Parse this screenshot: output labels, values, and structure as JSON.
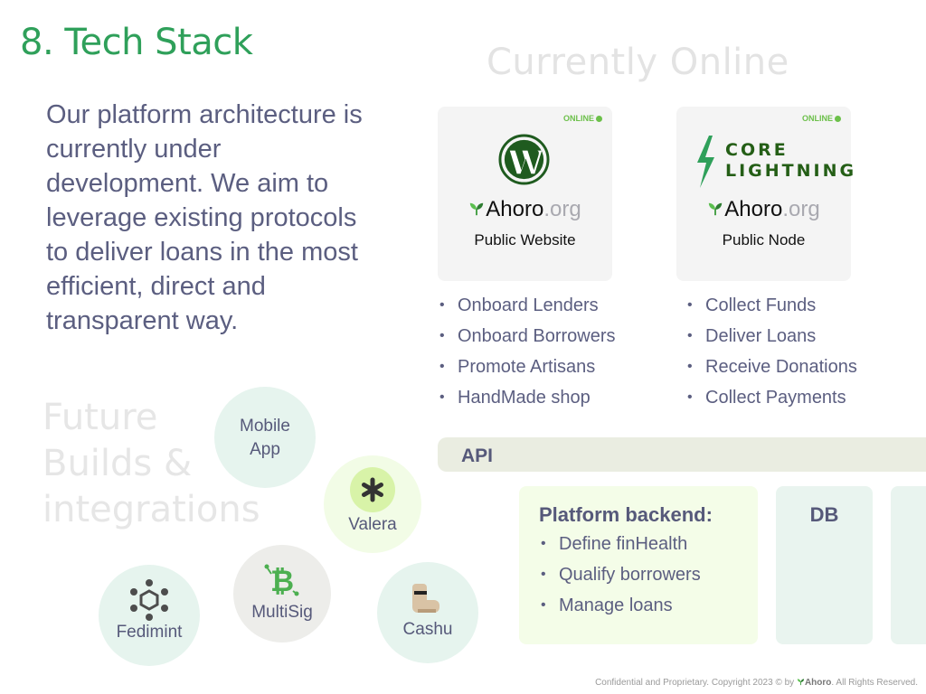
{
  "slide": {
    "title": "8. Tech Stack",
    "intro": "Our platform architecture is currently under development. We aim to leverage existing protocols to deliver loans in the most efficient, direct and transparent way."
  },
  "online_section": {
    "heading": "Currently Online",
    "cards": [
      {
        "status": "ONLINE",
        "brand_name": "Ahoro",
        "brand_tld": ".org",
        "caption": "Public Website",
        "logo": "wordpress-logo"
      },
      {
        "status": "ONLINE",
        "logo_text_line1": "CORE",
        "logo_text_line2": "LIGHTNING",
        "brand_name": "Ahoro",
        "brand_tld": ".org",
        "caption": "Public Node",
        "logo": "core-lightning-logo"
      }
    ],
    "website_features": [
      "Onboard Lenders",
      "Onboard Borrowers",
      "Promote Artisans",
      "HandMade shop"
    ],
    "node_features": [
      "Collect Funds",
      "Deliver Loans",
      "Receive Donations",
      "Collect Payments"
    ]
  },
  "architecture": {
    "api_label": "API",
    "backend_title": "Platform backend:",
    "backend_items": [
      "Define finHealth",
      "Qualify borrowers",
      "Manage loans"
    ],
    "db_label": "DB"
  },
  "future": {
    "heading_line1": "Future",
    "heading_line2": "Builds &",
    "heading_line3": "integrations",
    "mobile_line1": "Mobile",
    "mobile_line2": "App",
    "valera": "Valera",
    "multisig": "MultiSig",
    "cashu": "Cashu",
    "fedimint": "Fedimint"
  },
  "footer": {
    "text": "Confidential and Proprietary. Copyright 2023 © by",
    "brand": "Ahoro",
    "suffix": ". All Rights Reserved."
  },
  "colors": {
    "title_green": "#2fa05a",
    "online_green": "#6cc04a",
    "text": "#5b5e80",
    "api_bar": "#eaede1",
    "backend_bg": "#f4fde8",
    "db_bg": "#e9f4ef"
  }
}
